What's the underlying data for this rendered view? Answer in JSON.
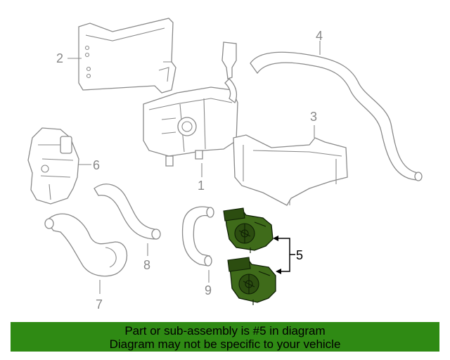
{
  "callouts": {
    "c1": "1",
    "c2": "2",
    "c3": "3",
    "c4": "4",
    "c5": "5",
    "c6": "6",
    "c7": "7",
    "c8": "8",
    "c9": "9"
  },
  "banner": {
    "line1": "Part or sub-assembly is #5 in diagram",
    "line2": "Diagram may not be specific to your vehicle"
  },
  "colors": {
    "highlight_part": "#3f6b1a",
    "banner_background": "#2f8a14",
    "line_art": "#8a8a8a"
  }
}
